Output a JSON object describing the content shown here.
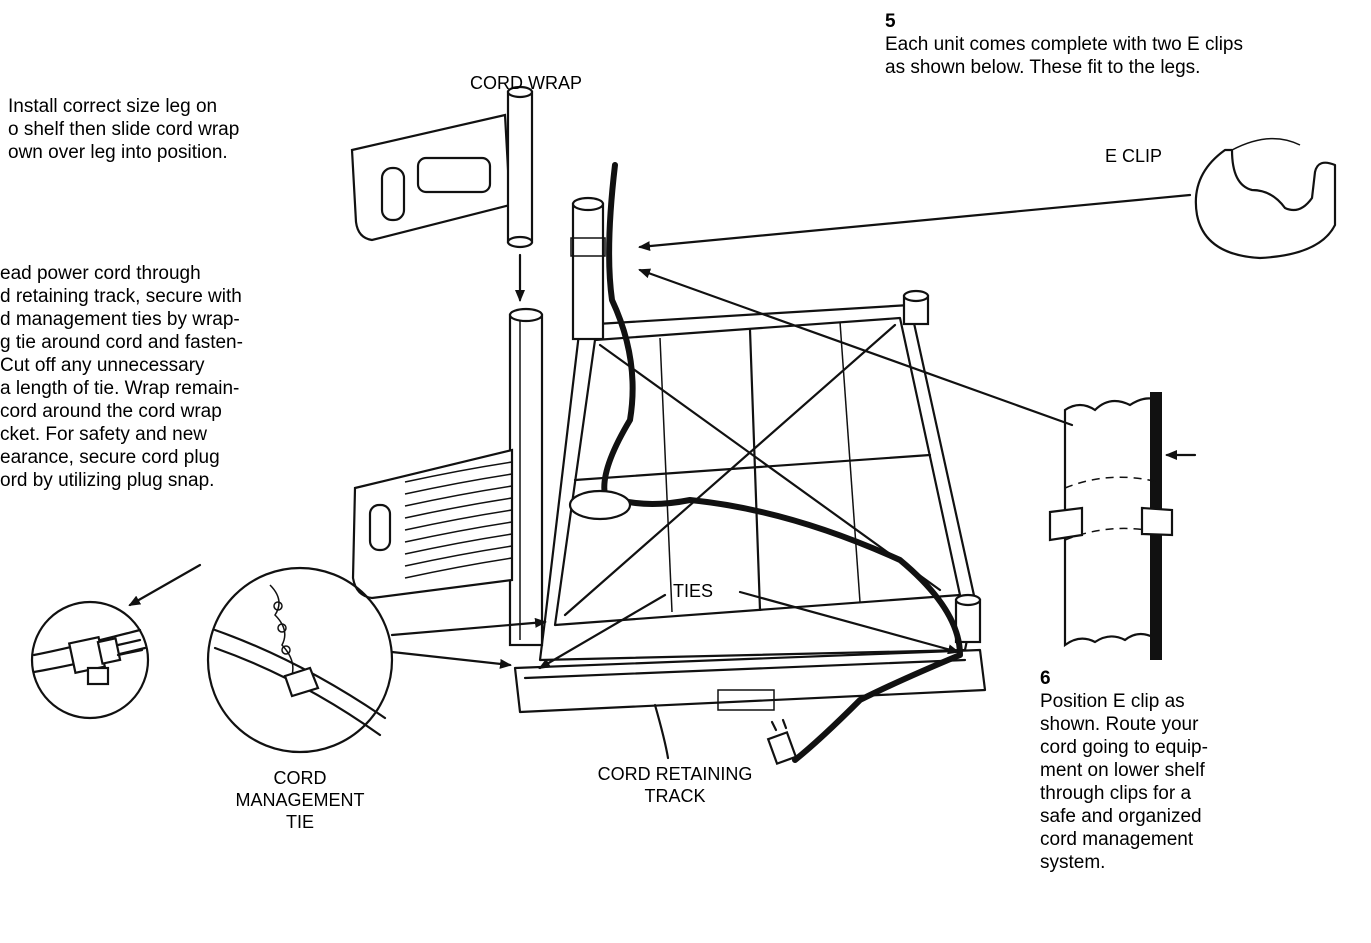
{
  "steps": {
    "step3": {
      "lines": [
        "Install correct size leg on",
        "o shelf then slide cord wrap",
        "own over leg into position."
      ]
    },
    "step4": {
      "lines": [
        "ead power cord through",
        "d retaining track, secure with",
        "d management ties by wrap-",
        "g tie around cord and fasten-",
        " Cut off any unnecessary",
        "a length of tie. Wrap remain-",
        "cord around the cord wrap",
        "cket. For safety and new",
        "earance, secure cord plug",
        "ord by utilizing plug snap."
      ]
    },
    "step5": {
      "number": "5",
      "lines": [
        "Each unit comes complete with two E clips",
        "as shown below. These fit to the legs."
      ]
    },
    "step6": {
      "number": "6",
      "lines": [
        "Position E clip as",
        "shown. Route your",
        "cord going to equip-",
        "ment on lower shelf",
        "through clips for a",
        "safe and organized",
        "cord management",
        "system."
      ]
    }
  },
  "labels": {
    "cord_wrap": "CORD WRAP",
    "e_clip": "E CLIP",
    "ties": "TIES",
    "cord_retaining_track": [
      "CORD RETAINING",
      "TRACK"
    ],
    "cord_management_tie": [
      "CORD",
      "MANAGEMENT",
      "TIE"
    ]
  }
}
